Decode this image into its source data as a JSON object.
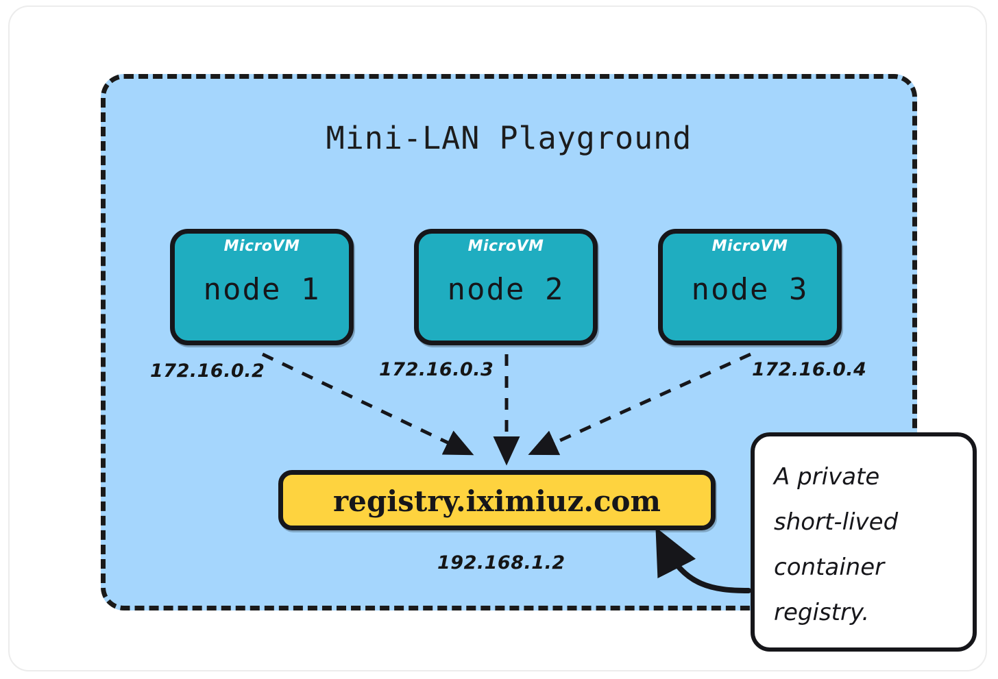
{
  "diagram": {
    "title": "Mini-LAN Playground",
    "container_fill": "#a5d6fd",
    "container_border": "#1a1a1a",
    "node_fill": "#1fadc0",
    "registry_fill": "#fed33f",
    "ink": "#16161a",
    "canvas_bg": "#ffffff"
  },
  "nodes": [
    {
      "kind": "MicroVM",
      "name": "node 1",
      "ip": "172.16.0.2"
    },
    {
      "kind": "MicroVM",
      "name": "node 2",
      "ip": "172.16.0.3"
    },
    {
      "kind": "MicroVM",
      "name": "node 3",
      "ip": "172.16.0.4"
    }
  ],
  "registry": {
    "host": "registry.iximiuz.com",
    "ip": "192.168.1.2"
  },
  "callout": {
    "lines": [
      "A private",
      "short-lived",
      "container",
      "registry."
    ]
  },
  "edges": [
    {
      "from": "node 1",
      "to": "registry",
      "style": "dashed",
      "arrow": "end"
    },
    {
      "from": "node 2",
      "to": "registry",
      "style": "dashed",
      "arrow": "end"
    },
    {
      "from": "node 3",
      "to": "registry",
      "style": "dashed",
      "arrow": "end"
    },
    {
      "from": "callout",
      "to": "registry",
      "style": "solid-curved",
      "arrow": "end"
    }
  ]
}
